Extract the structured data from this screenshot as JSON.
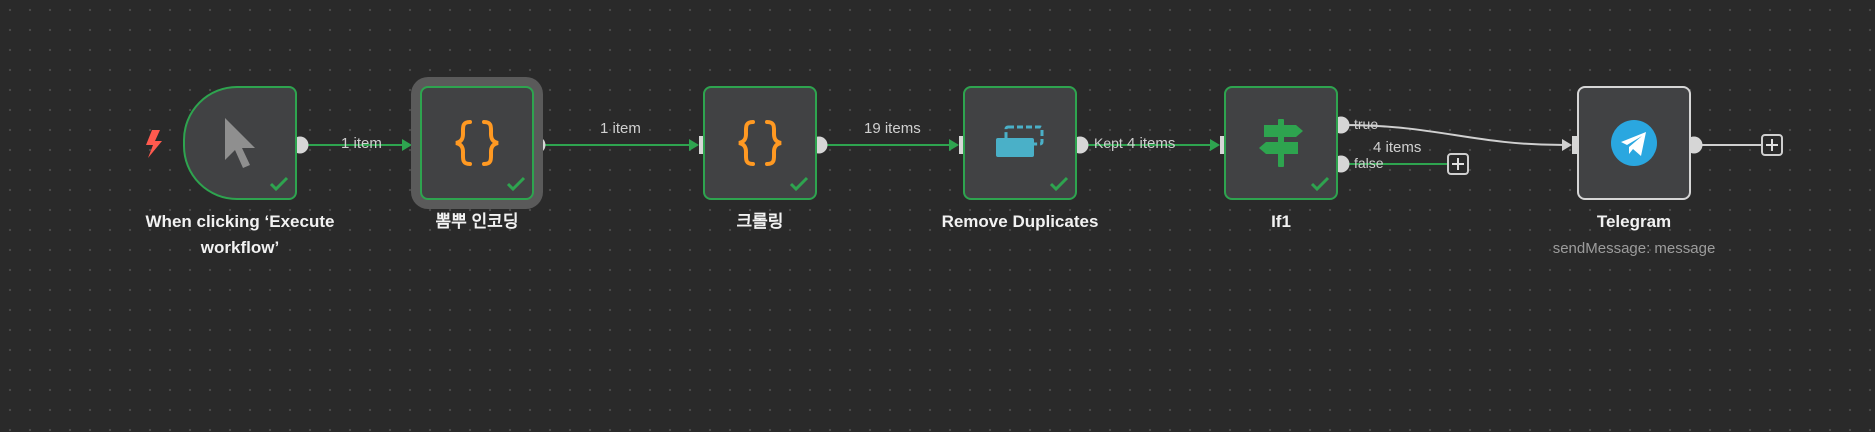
{
  "nodes": [
    {
      "title_line1": "When clicking ‘Execute",
      "title_line2": "workflow’",
      "icon": "cursor-icon"
    },
    {
      "title": "뽐뿌 인코딩",
      "icon": "braces-icon"
    },
    {
      "title": "크롤링",
      "icon": "braces-icon"
    },
    {
      "title": "Remove Duplicates",
      "icon": "remove-duplicates-icon"
    },
    {
      "title": "If1",
      "icon": "signpost-icon"
    },
    {
      "title": "Telegram",
      "subtitle": "sendMessage: message",
      "icon": "telegram-icon"
    }
  ],
  "edges": {
    "e1": "1 item",
    "e2": "1 item",
    "e3": "19 items",
    "e4_output": "Kept",
    "e4_count": "4 items",
    "if_true": "true",
    "if_false": "false",
    "if_false_count": "4 items"
  },
  "colors": {
    "success": "#2ea44f",
    "code_orange": "#ff9922",
    "telegram_blue": "#2aa7e0",
    "trigger_bolt": "#ff5a4e",
    "dedupe_blue": "#4ab0c8"
  }
}
